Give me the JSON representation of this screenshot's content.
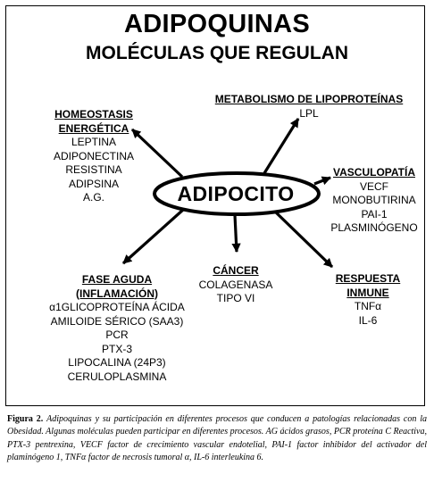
{
  "title": "ADIPOQUINAS",
  "subtitle": "MOLÉCULAS QUE REGULAN",
  "center": "ADIPOCITO",
  "groups": {
    "homeostasis": {
      "heading": [
        "HOMEOSTASIS",
        "ENERGÉTICA"
      ],
      "items": [
        "LEPTINA",
        "ADIPONECTINA",
        "RESISTINA",
        "ADIPSINA",
        "A.G."
      ]
    },
    "metabolismo": {
      "heading": [
        "METABOLISMO DE LIPOPROTEÍNAS"
      ],
      "items": [
        "LPL"
      ]
    },
    "vasculopatia": {
      "heading": [
        "VASCULOPATÍA"
      ],
      "items": [
        "VECF",
        "MONOBUTIRINA",
        "PAI-1",
        "PLASMINÓGENO"
      ]
    },
    "respuesta": {
      "heading": [
        "RESPUESTA",
        "INMUNE"
      ],
      "items": [
        "TNFα",
        "IL-6"
      ]
    },
    "cancer": {
      "heading": [
        "CÁNCER"
      ],
      "items": [
        "COLAGENASA",
        "TIPO VI"
      ]
    },
    "fase_aguda": {
      "heading": [
        "FASE AGUDA",
        "(INFLAMACIÓN)"
      ],
      "items": [
        "α1GLICOPROTEÍNA ÁCIDA",
        "AMILOIDE SÉRICO (SAA3)",
        "PCR",
        "PTX-3",
        "LIPOCALINA (24P3)",
        "CERULOPLASMINA"
      ]
    }
  },
  "caption": {
    "label": "Figura 2.",
    "text": "Adipoquinas y su participación en diferentes procesos que conducen a patologías relacionadas con la Obesidad. Algunas moléculas pueden participar en diferentes procesos. AG ácidos grasos, PCR proteína C Reactiva, PTX-3 pentrexina, VECF factor de crecimiento vascular endotelial, PAI-1 factor inhibidor del activador del plaminógeno 1, TNFα factor de necrosis tumoral α, IL-6 interleukina 6."
  }
}
